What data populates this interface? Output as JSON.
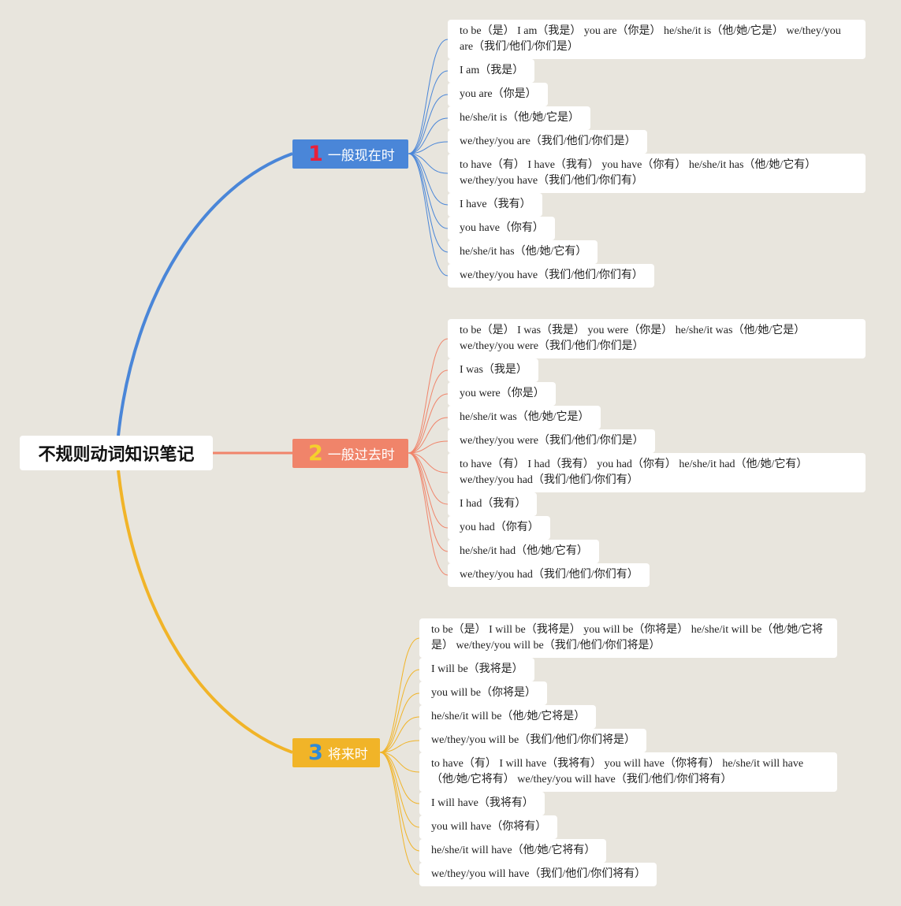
{
  "root": {
    "title": "不规则动词知识笔记"
  },
  "colors": {
    "branch1": "#4a86d8",
    "branch2": "#f0846a",
    "branch3": "#f1b428",
    "root_link": "#f0846a"
  },
  "branches": [
    {
      "number": "1",
      "label": "一般现在时",
      "items": [
        "to be（是） I am（我是） you are（你是） he/she/it is（他/她/它是） we/they/you are（我们/他们/你们是）",
        "I am（我是）",
        "you are（你是）",
        "he/she/it is（他/她/它是）",
        "we/they/you are（我们/他们/你们是）",
        "to have（有） I have（我有） you have（你有） he/she/it has（他/她/它有） we/they/you have（我们/他们/你们有）",
        "I have（我有）",
        "you have（你有）",
        "he/she/it has（他/她/它有）",
        "we/they/you have（我们/他们/你们有）"
      ]
    },
    {
      "number": "2",
      "label": "一般过去时",
      "items": [
        "to be（是） I was（我是） you were（你是） he/she/it was（他/她/它是） we/they/you were（我们/他们/你们是）",
        "I was（我是）",
        "you were（你是）",
        "he/she/it was（他/她/它是）",
        "we/they/you were（我们/他们/你们是）",
        "to have（有） I had（我有） you had（你有） he/she/it had（他/她/它有） we/they/you had（我们/他们/你们有）",
        "I had（我有）",
        "you had（你有）",
        "he/she/it had（他/她/它有）",
        "we/they/you had（我们/他们/你们有）"
      ]
    },
    {
      "number": "3",
      "label": "将来时",
      "items": [
        "to be（是） I will be（我将是） you will be（你将是） he/she/it will be（他/她/它将是） we/they/you will be（我们/他们/你们将是）",
        "I will be（我将是）",
        "you will be（你将是）",
        "he/she/it will be（他/她/它将是）",
        "we/they/you will be（我们/他们/你们将是）",
        "to have（有） I will have（我将有） you will have（你将有） he/she/it will have（他/她/它将有） we/they/you will have（我们/他们/你们将有）",
        "I will have（我将有）",
        "you will have（你将有）",
        "he/she/it will have（他/她/它将有）",
        "we/they/you will have（我们/他们/你们将有）"
      ]
    }
  ]
}
